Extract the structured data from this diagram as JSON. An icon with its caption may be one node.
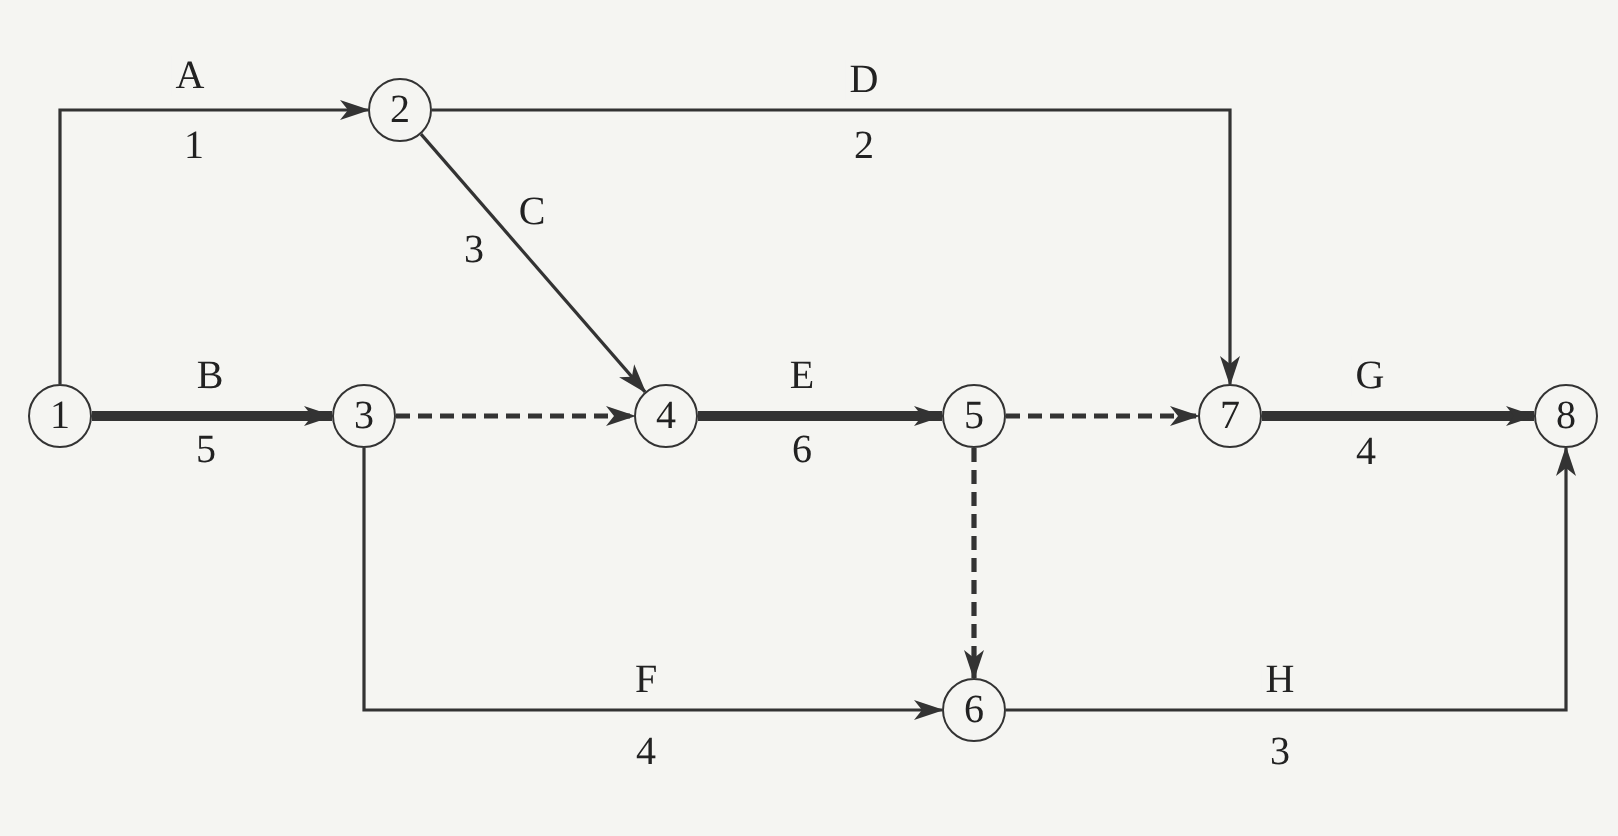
{
  "diagram": {
    "nodes": [
      {
        "text": [
          "1"
        ]
      },
      {
        "text": [
          "2"
        ]
      },
      {
        "text": [
          "3"
        ]
      },
      {
        "text": [
          "4"
        ]
      },
      {
        "text": [
          "5"
        ]
      },
      {
        "text": [
          "6"
        ]
      },
      {
        "text": [
          "7"
        ]
      },
      {
        "text": [
          "8"
        ]
      }
    ],
    "edges": [
      {
        "from": 0,
        "to": 1,
        "arrow": "to",
        "label": "A"
      },
      {
        "from": 0,
        "to": 2,
        "arrow": "to",
        "label": "B",
        "style": "thick"
      },
      {
        "from": 1,
        "to": 3,
        "arrow": "to",
        "label": "C"
      },
      {
        "from": 1,
        "to": 6,
        "arrow": "to",
        "label": "D"
      },
      {
        "from": 2,
        "to": 3,
        "arrow": "to",
        "style": "dashed"
      },
      {
        "from": 2,
        "to": 5,
        "arrow": "to",
        "label": "F"
      },
      {
        "from": 3,
        "to": 4,
        "arrow": "to",
        "label": "E",
        "style": "thick"
      },
      {
        "from": 4,
        "to": 6,
        "arrow": "to",
        "style": "dashed"
      },
      {
        "from": 4,
        "to": 5,
        "arrow": "to",
        "style": "dashed"
      },
      {
        "from": 6,
        "to": 7,
        "arrow": "to",
        "label": "G",
        "style": "thick"
      },
      {
        "from": 5,
        "to": 7,
        "arrow": "to",
        "label": "H"
      }
    ],
    "labels": [
      "1",
      "2",
      "3",
      "5",
      "6",
      "4",
      "4",
      "3"
    ]
  }
}
